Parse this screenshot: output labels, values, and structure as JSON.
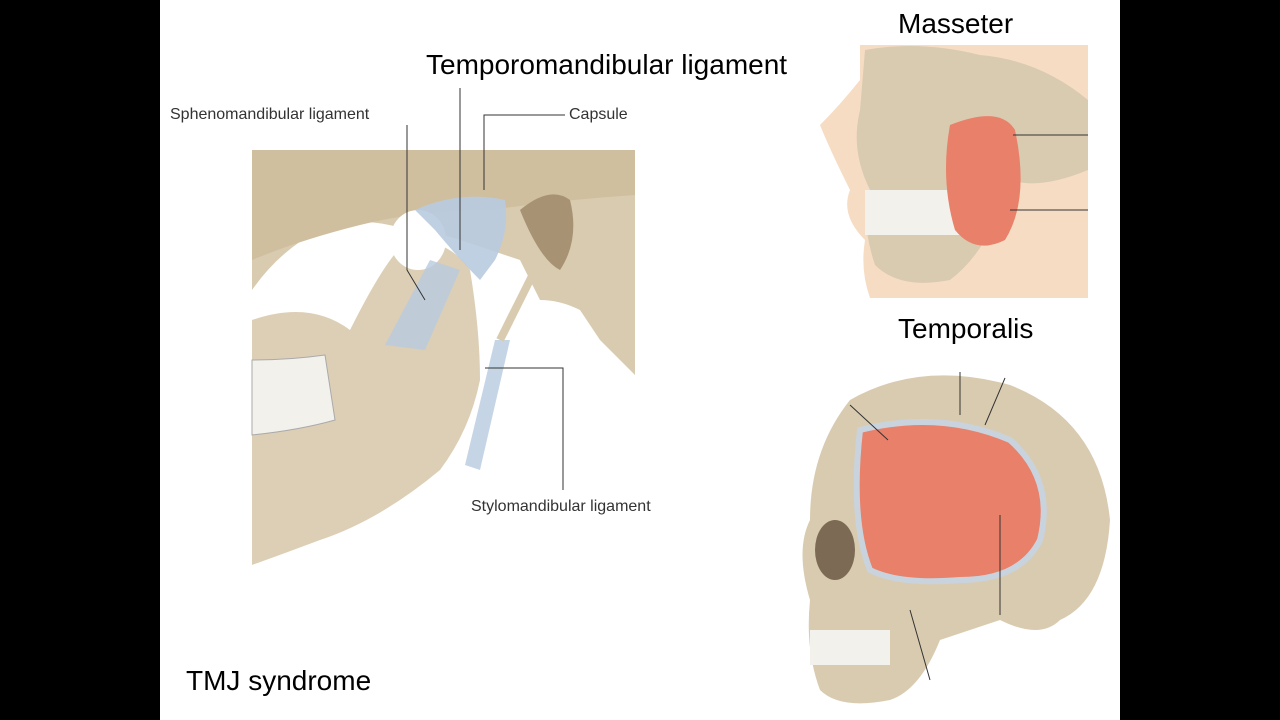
{
  "slide": {
    "title_bottom": "TMJ syndrome",
    "labels": {
      "temporomandibular_ligament": "Temporomandibular  ligament",
      "sphenomandibular_ligament": "Sphenomandibular ligament",
      "capsule": "Capsule",
      "stylomandibular_ligament": "Stylomandibular ligament",
      "masseter": "Masseter",
      "temporalis": "Temporalis"
    }
  },
  "colors": {
    "bone": "#d9cbb0",
    "ligament": "#b8cbe0",
    "muscle": "#e8806a",
    "background": "#ffffff",
    "letterbox": "#000000"
  }
}
